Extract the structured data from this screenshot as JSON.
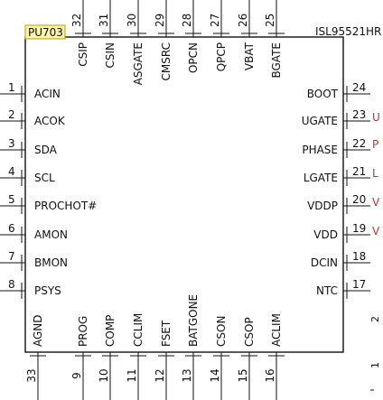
{
  "ref": "PU703",
  "part": "ISL95521HR",
  "left_pins": [
    {
      "num": "1",
      "name": "ACIN"
    },
    {
      "num": "2",
      "name": "ACOK"
    },
    {
      "num": "3",
      "name": "SDA"
    },
    {
      "num": "4",
      "name": "SCL"
    },
    {
      "num": "5",
      "name": "PROCHOT#"
    },
    {
      "num": "6",
      "name": "AMON"
    },
    {
      "num": "7",
      "name": "BMON"
    },
    {
      "num": "8",
      "name": "PSYS"
    }
  ],
  "right_pins": [
    {
      "num": "24",
      "name": "BOOT"
    },
    {
      "num": "23",
      "name": "UGATE"
    },
    {
      "num": "22",
      "name": "PHASE"
    },
    {
      "num": "21",
      "name": "LGATE"
    },
    {
      "num": "20",
      "name": "VDDP"
    },
    {
      "num": "19",
      "name": "VDD"
    },
    {
      "num": "18",
      "name": "DCIN"
    },
    {
      "num": "17",
      "name": "NTC"
    }
  ],
  "top_pins": [
    {
      "num": "32",
      "name": "CSIP"
    },
    {
      "num": "31",
      "name": "CSIN"
    },
    {
      "num": "30",
      "name": "ASGATE"
    },
    {
      "num": "29",
      "name": "CMSRC"
    },
    {
      "num": "28",
      "name": "OPCN"
    },
    {
      "num": "27",
      "name": "QPCP"
    },
    {
      "num": "26",
      "name": "VBAT"
    },
    {
      "num": "25",
      "name": "BGATE"
    }
  ],
  "bottom_pins": [
    {
      "num": "33",
      "name": "AGND"
    },
    {
      "num": "9",
      "name": "PROG"
    },
    {
      "num": "10",
      "name": "COMP"
    },
    {
      "num": "11",
      "name": "CCLIM"
    },
    {
      "num": "12",
      "name": "FSET"
    },
    {
      "num": "13",
      "name": "BATGONE"
    },
    {
      "num": "14",
      "name": "CSON"
    },
    {
      "num": "15",
      "name": "CSOP"
    },
    {
      "num": "16",
      "name": "ACLIM"
    }
  ],
  "right_edge_net_labels": [
    "U",
    "P",
    "L",
    "V",
    "V"
  ],
  "right_edge_partial_labels": [
    "2",
    "1"
  ]
}
